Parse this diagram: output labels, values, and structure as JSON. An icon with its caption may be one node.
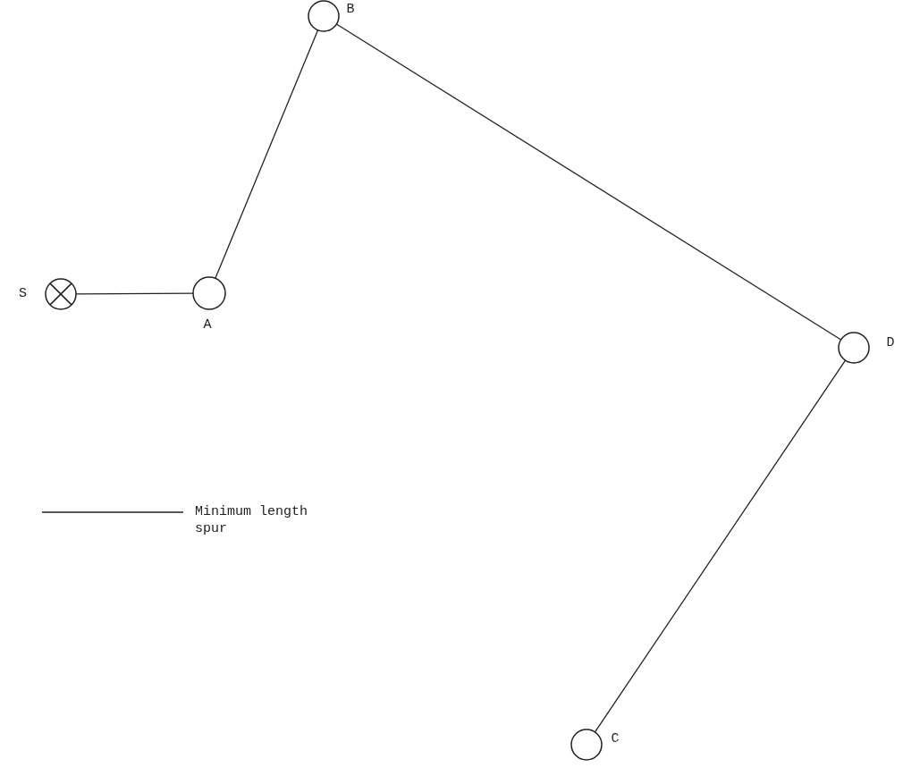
{
  "diagram": {
    "nodes": [
      {
        "text": [],
        "shape": "circle",
        "beside": [
          "S"
        ]
      },
      {
        "text": [],
        "shape": "circle",
        "beside": [
          "A"
        ]
      },
      {
        "text": [],
        "shape": "circle",
        "beside": [
          "B"
        ]
      },
      {
        "text": [],
        "shape": "circle",
        "beside": [
          "D"
        ]
      },
      {
        "text": [],
        "shape": "circle",
        "beside": [
          "C"
        ]
      }
    ],
    "edges": [
      {
        "from": 0,
        "to": 1,
        "arrow": "none"
      },
      {
        "from": 1,
        "to": 2,
        "arrow": "none"
      },
      {
        "from": 2,
        "to": 3,
        "arrow": "none"
      },
      {
        "from": 3,
        "to": 4,
        "arrow": "none"
      }
    ],
    "legend": [
      {
        "text": "Minimum length spur"
      }
    ]
  }
}
